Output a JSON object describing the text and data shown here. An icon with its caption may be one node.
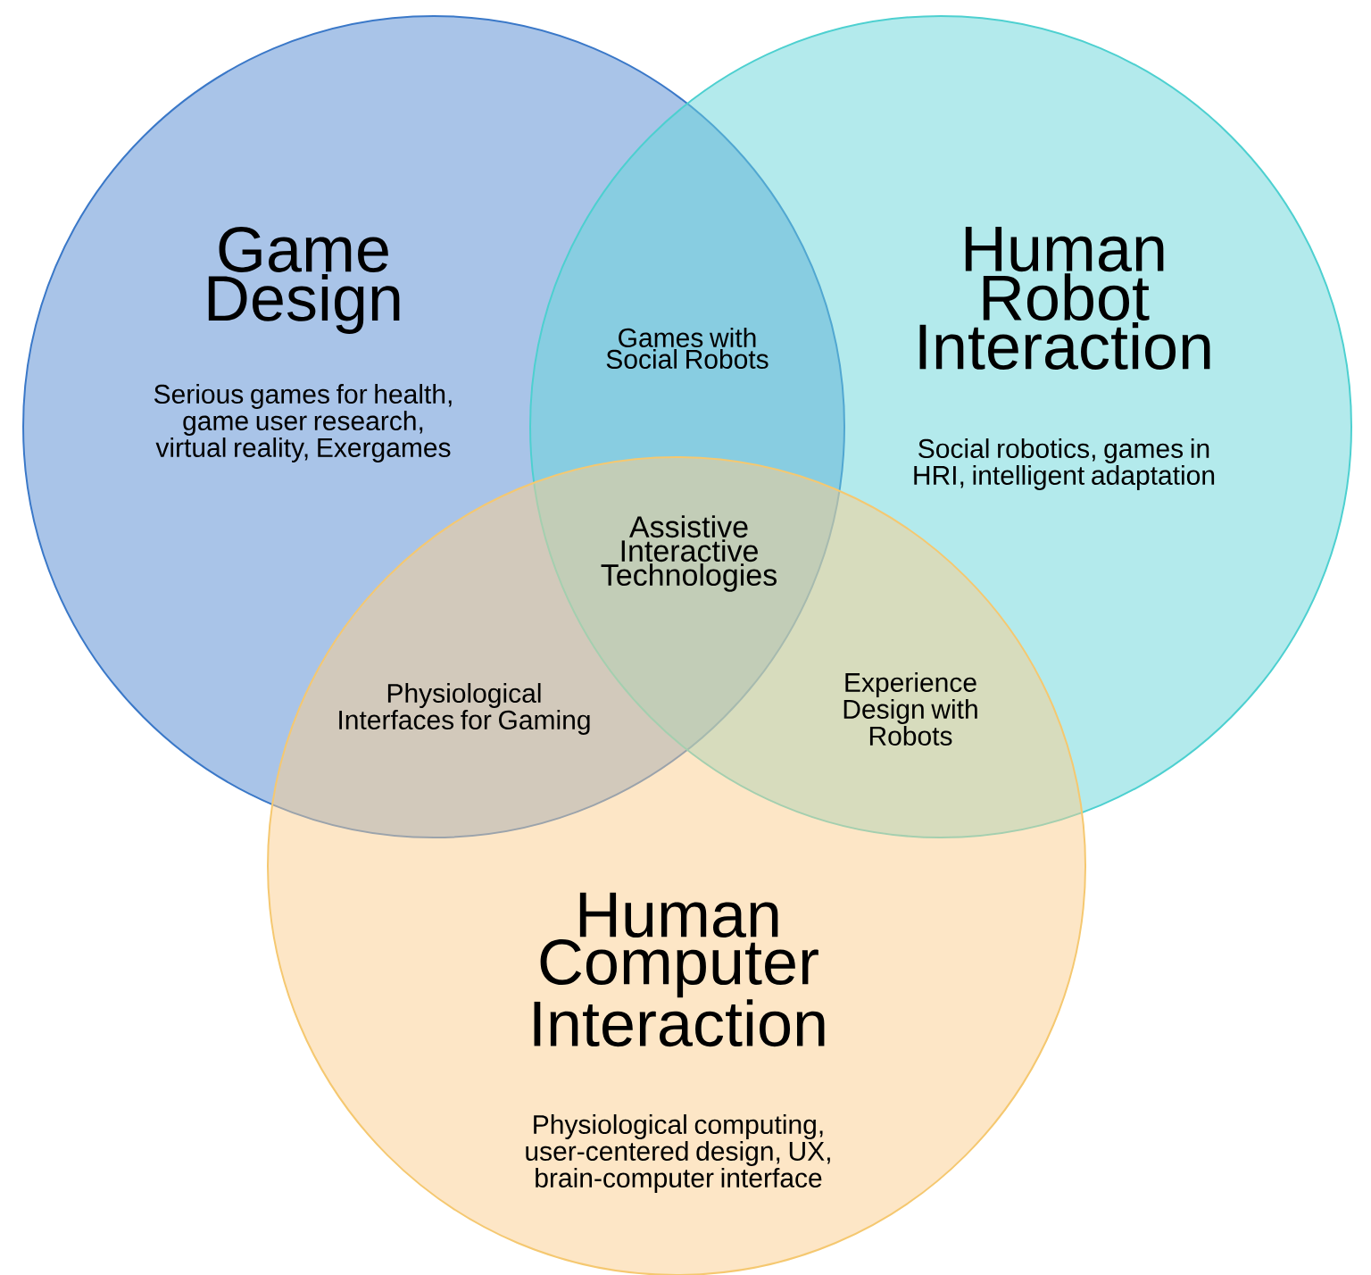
{
  "diagram": {
    "nodes": [
      {
        "text": [
          "Game Design",
          "Serious games for health, game user research, virtual reality, Exergames"
        ]
      },
      {
        "text": [
          "Human Robot Interaction",
          "Social robotics, games in HRI, intelligent adaptation"
        ]
      },
      {
        "text": [
          "Human Computer Interaction",
          "Physiological computing, user-centered design, UX, brain-computer interface"
        ]
      }
    ],
    "labels": [
      "Games with Social Robots",
      "Assistive Interactive Technologies",
      "Physiological Interfaces for Gaming",
      "Experience Design with Robots"
    ]
  }
}
